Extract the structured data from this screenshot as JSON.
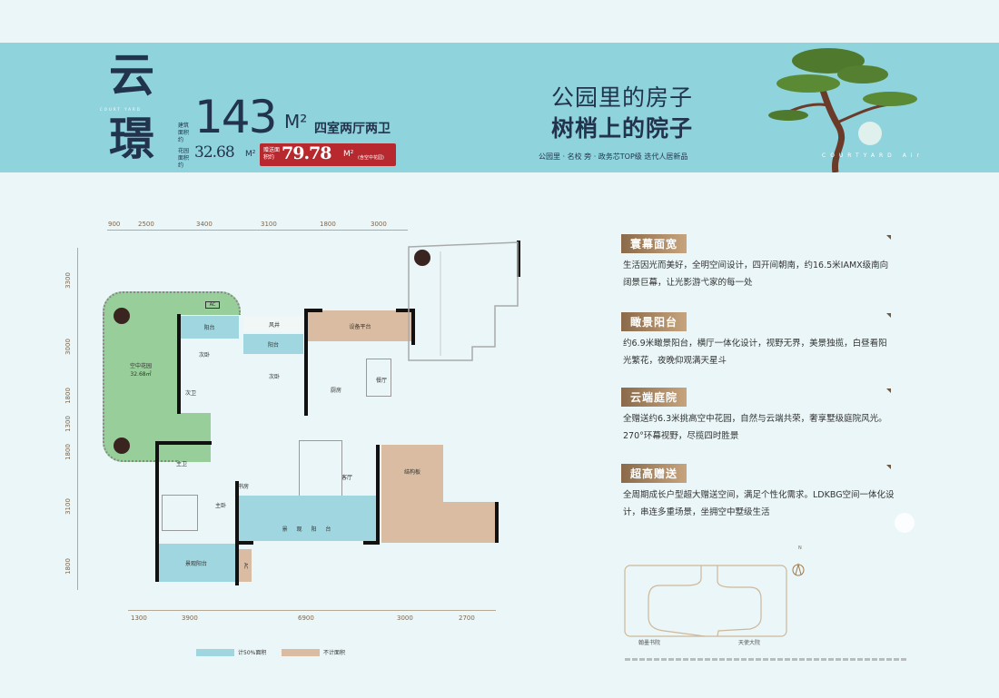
{
  "header": {
    "name_chars": [
      "云",
      "璟"
    ],
    "brand_logo": "COURT YARD",
    "area_label": "建筑面积约",
    "area_value": "143",
    "area_unit": "M²",
    "layout": "四室两厅两卫",
    "garden_label": "花园面积约",
    "garden_value": "32.68",
    "garden_unit": "M²",
    "gift_label": "赠送面积约",
    "gift_value": "79.78",
    "gift_unit": "M²",
    "gift_note": "(含空中花园)",
    "slogan_1": "公园里的房子",
    "slogan_2": "树梢上的院子",
    "tagline": "公园里 · 名校 旁 · 政务芯TOP级 迭代人居新品",
    "logo_text": "COURTYARD Air"
  },
  "colors": {
    "band": "#8fd3dc",
    "navy": "#22334d",
    "gift_red": "#b8292f",
    "blue_area": "#9fd6e0",
    "tan_area": "#d9bca1",
    "garden": "#98ce9a",
    "badge": "#a5845f"
  },
  "plan": {
    "dims_top": [
      "900",
      "2500",
      "3400",
      "3100",
      "1800",
      "3000"
    ],
    "dims_bottom": [
      "1300",
      "3900",
      "6900",
      "3000",
      "2700"
    ],
    "dims_left": [
      "3300",
      "3000",
      "1800",
      "1300",
      "1800",
      "3100",
      "1800"
    ],
    "rooms": {
      "garden": "空中花园",
      "garden_area": "32.68㎡",
      "balcony_1": "阳台",
      "shaft": "风井",
      "balcony_2": "阳台",
      "equipment": "设备平台",
      "bedroom_1": "次卧",
      "bedroom_2": "次卧",
      "bath_2": "次卫",
      "kitchen": "厨房",
      "dining": "餐厅",
      "bath_master": "主卫",
      "study": "书房",
      "living": "客厅",
      "master": "主卧",
      "view_balcony": "景 观 阳 台",
      "view_balcony_2": "景观阳台",
      "structure": "结构板",
      "ac": "AC"
    },
    "legend": [
      {
        "label": "计50%面积",
        "color": "#9fd6e0"
      },
      {
        "label": "不计面积",
        "color": "#d9bca1"
      }
    ]
  },
  "features": [
    {
      "title": "寰幕面宽",
      "body": "生活因光而美好，全明空间设计，四开间朝南，约16.5米IAMX级南向阔景巨幕，让光影游弋家的每一处"
    },
    {
      "title": "瞰景阳台",
      "body": "约6.9米瞰景阳台，横厅一体化设计，视野无界，美景独揽，白昼看阳光繁花，夜晚仰观满天星斗"
    },
    {
      "title": "云端庭院",
      "body": "全赠送约6.3米挑高空中花园，自然与云端共荣，奢享墅级庭院风光。270°环幕视野，尽揽四时胜景"
    },
    {
      "title": "超高赠送",
      "body": "全周期成长户型超大赠送空间，满足个性化需求。LDKBG空间一体化设计，串连多重场景，坐拥空中墅级生活"
    }
  ],
  "sitemap": {
    "north": "N",
    "label_left": "翰墨书院",
    "label_right": "天使大院"
  }
}
